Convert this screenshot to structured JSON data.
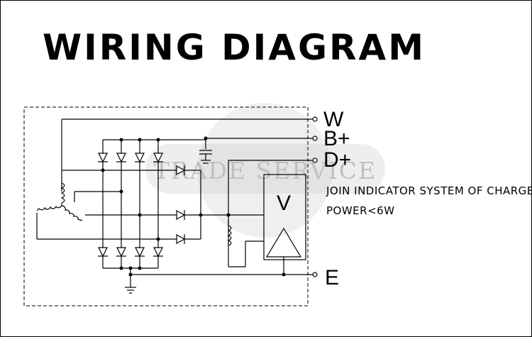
{
  "title": "WIRING DIAGRAM",
  "terminals": {
    "w": "W",
    "b_plus": "B+",
    "d_plus": "D+",
    "e": "E"
  },
  "regulator_label": "V",
  "note": {
    "line1": "JOIN INDICATOR SYSTEM OF CHARGE,",
    "line2": "POWER<6W"
  },
  "watermark": "TRADE SERVICE",
  "colors": {
    "line": "#000000",
    "watermark": "#d8d8d8",
    "watermark_text": "#c8c8c8"
  }
}
